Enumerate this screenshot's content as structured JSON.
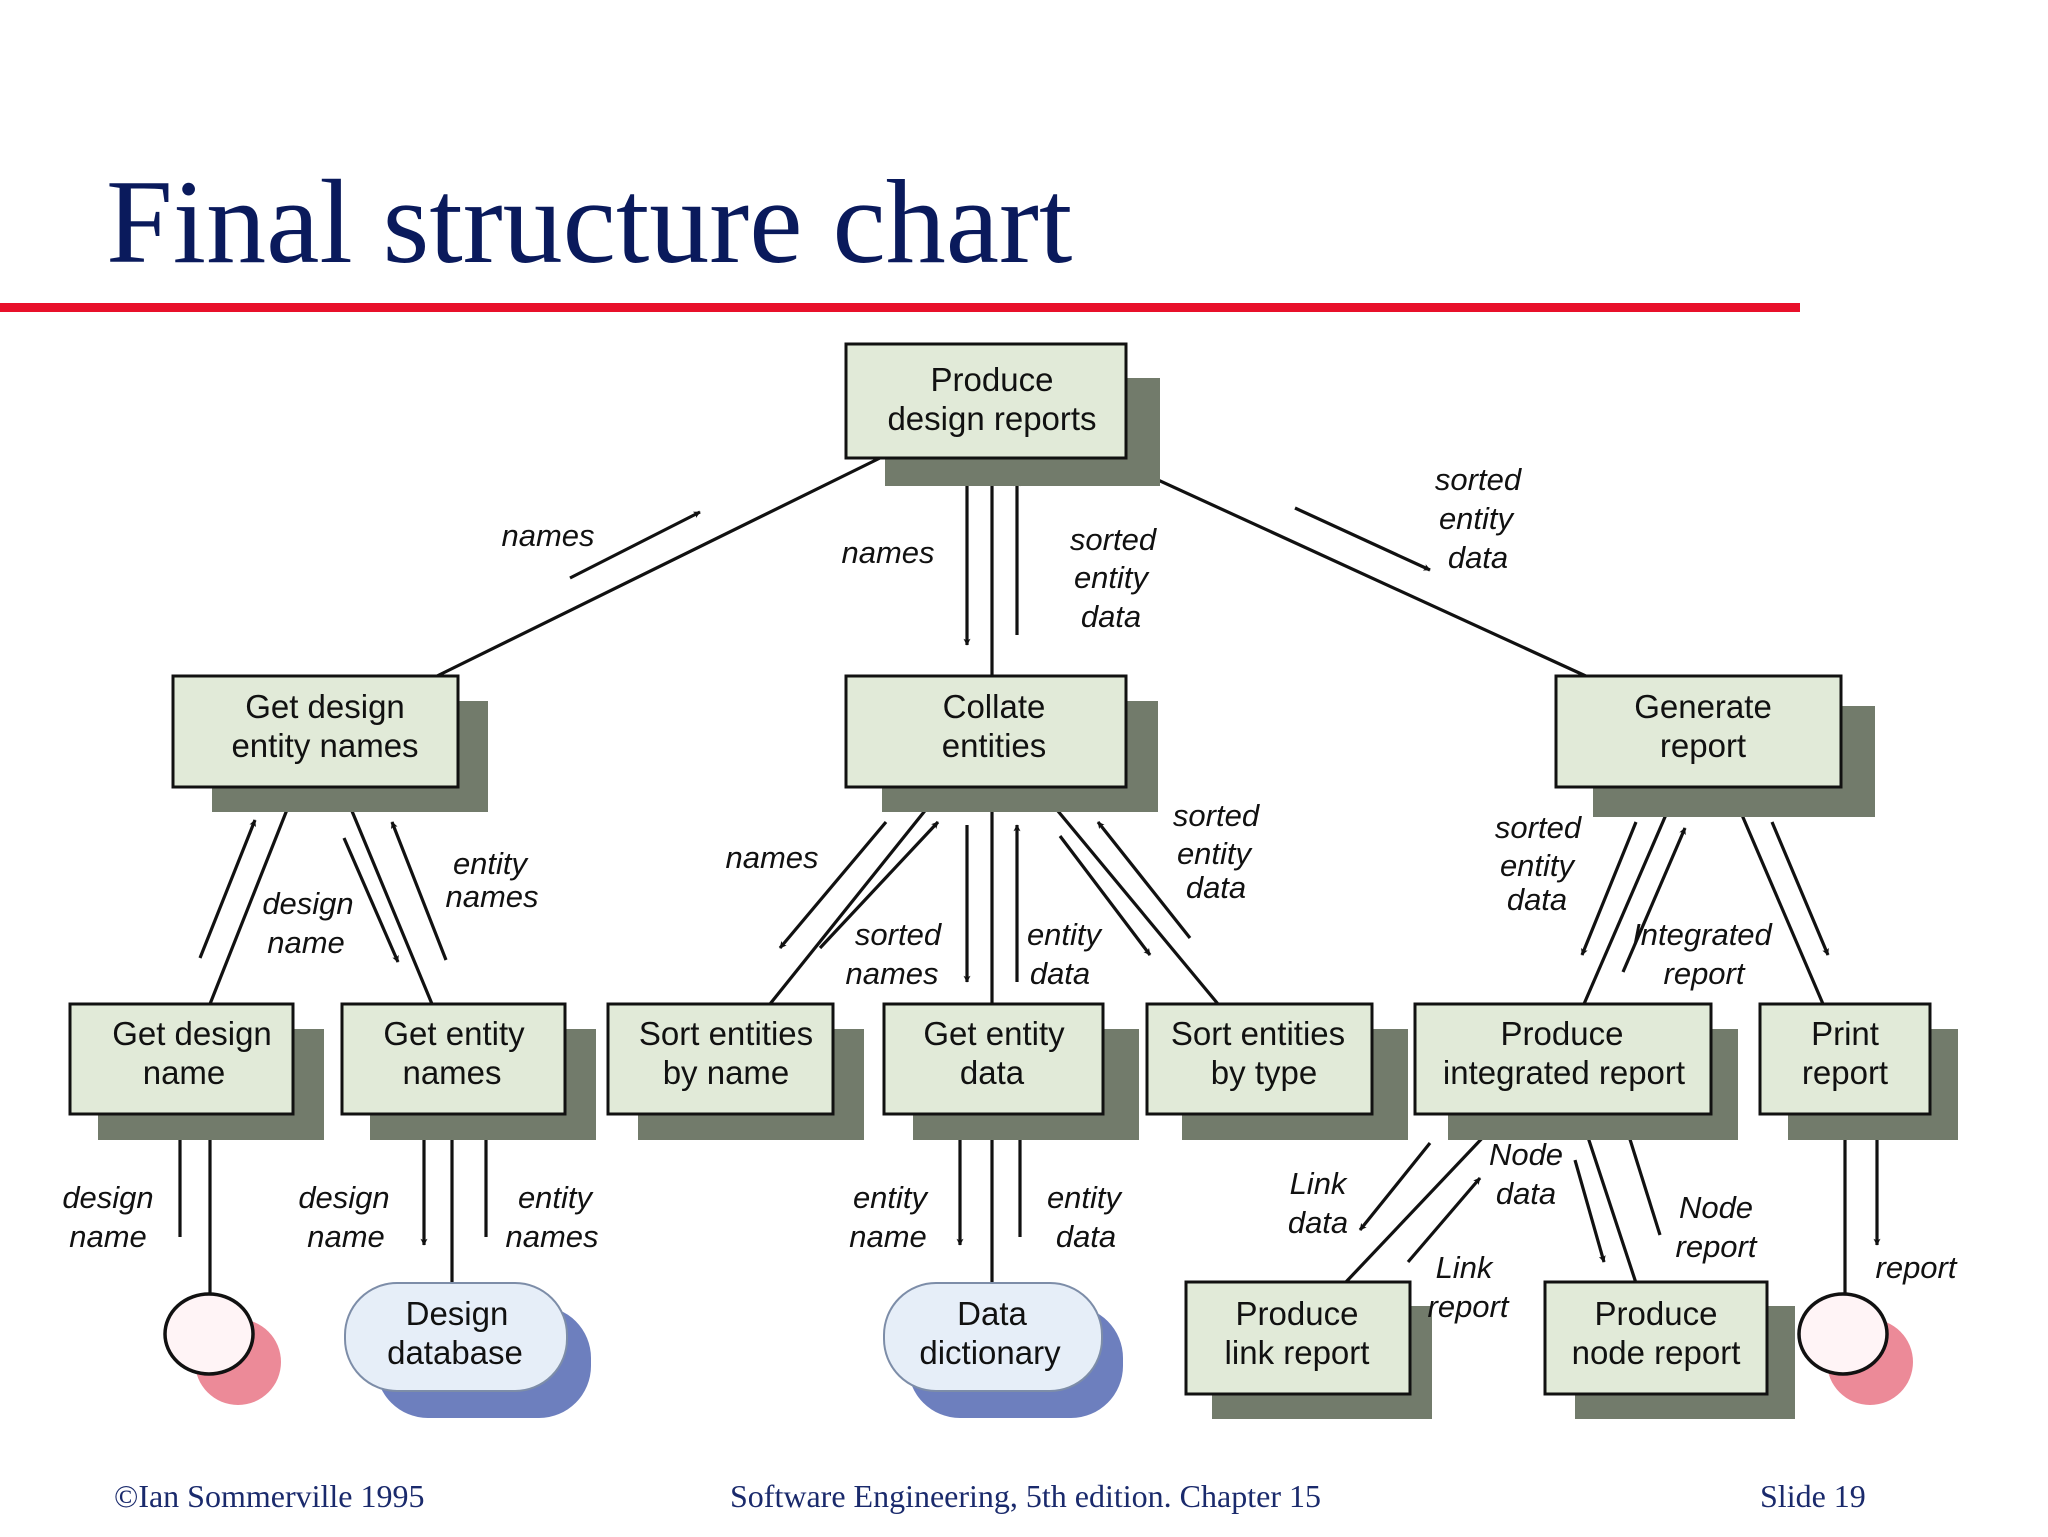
{
  "slide": {
    "title": "Final structure chart"
  },
  "modules": {
    "produce_design_reports": [
      "Produce",
      "design reports"
    ],
    "get_design_entity_names": [
      "Get design",
      "entity names"
    ],
    "collate_entities": [
      "Collate",
      "entities"
    ],
    "generate_report": [
      "Generate",
      "report"
    ],
    "get_design_name": [
      "Get design",
      "name"
    ],
    "get_entity_names": [
      "Get entity",
      "names"
    ],
    "sort_entities_by_name": [
      "Sort entities",
      "by name"
    ],
    "get_entity_data": [
      "Get entity",
      "data"
    ],
    "sort_entities_by_type": [
      "Sort entities",
      "by type"
    ],
    "produce_integrated_report": [
      "Produce",
      "integrated report"
    ],
    "print_report": [
      "Print",
      "report"
    ],
    "produce_link_report": [
      "Produce",
      "link report"
    ],
    "produce_node_report": [
      "Produce",
      "node report"
    ]
  },
  "stores": {
    "design_database": [
      "Design",
      "database"
    ],
    "data_dictionary": [
      "Data",
      "dictionary"
    ]
  },
  "flows": {
    "top_left_names": [
      "names"
    ],
    "top_center_names": [
      "names"
    ],
    "top_center_sorted": [
      "sorted",
      "entity",
      "data"
    ],
    "top_right_sorted": [
      "sorted",
      "entity",
      "data"
    ],
    "gden_design_name": [
      "design",
      "name"
    ],
    "gden_entity_names": [
      "entity",
      "names"
    ],
    "coll_names": [
      "names"
    ],
    "coll_sorted_names": [
      "sorted",
      "names"
    ],
    "coll_entity_data": [
      "entity",
      "data"
    ],
    "coll_sorted_entity_data": [
      "sorted",
      "entity",
      "data"
    ],
    "gen_sorted_entity_data": [
      "sorted",
      "entity",
      "data"
    ],
    "gen_integrated_report": [
      "Integrated",
      "report"
    ],
    "gdn_design_name": [
      "design",
      "name"
    ],
    "gen_design_name": [
      "design",
      "name"
    ],
    "gen_entity_names": [
      "entity",
      "names"
    ],
    "ged_entity_name": [
      "entity",
      "name"
    ],
    "ged_entity_data": [
      "entity",
      "data"
    ],
    "pir_link_data": [
      "Link",
      "data"
    ],
    "pir_link_report": [
      "Link",
      "report"
    ],
    "pir_node_data": [
      "Node",
      "data"
    ],
    "pir_node_report": [
      "Node",
      "report"
    ],
    "print_report": [
      "report"
    ]
  },
  "footer": {
    "copyright": "©Ian Sommerville 1995",
    "book": "Software Engineering, 5th edition. Chapter 15",
    "slide": "Slide 19"
  }
}
